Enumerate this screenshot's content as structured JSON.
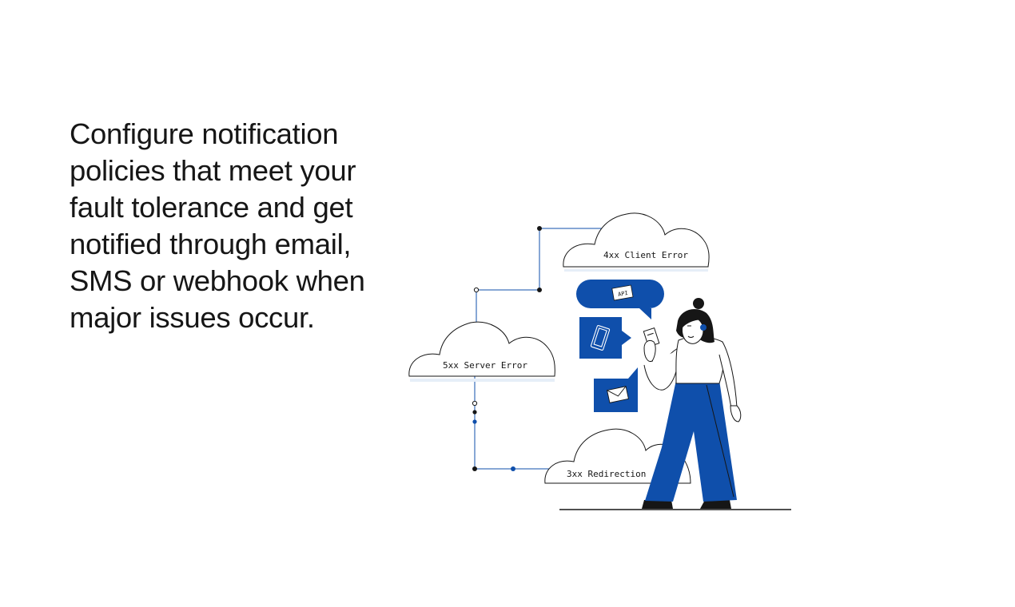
{
  "headline": {
    "lines": [
      "Configure notification",
      "policies that meet your",
      "fault tolerance and get",
      "notified through email,",
      "SMS or webhook when",
      "major issues occur."
    ]
  },
  "illustration": {
    "clouds": {
      "client_error": "4xx Client Error",
      "server_error": "5xx Server Error",
      "redirection": "3xx Redirection"
    },
    "api_badge": "API",
    "icons": [
      "api-chat-icon",
      "phone-icon",
      "envelope-icon"
    ],
    "colors": {
      "accent_blue": "#0f4fab",
      "line_dark": "#161616",
      "cloud_shadow": "#e6eef8"
    }
  }
}
